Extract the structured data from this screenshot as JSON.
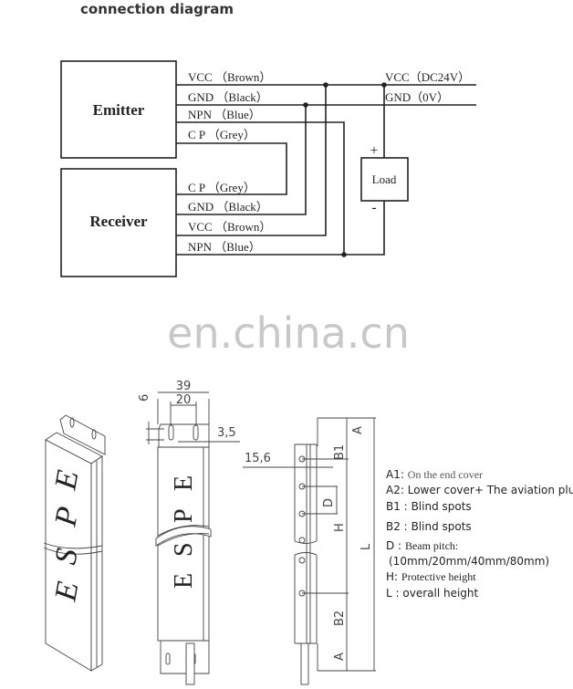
{
  "title": "connection diagram",
  "wiring": {
    "emitter": "Emitter",
    "receiver": "Receiver",
    "load": "Load",
    "plus": "+",
    "minus": "-",
    "emitter_wires": [
      "VCC （Brown）",
      "GND （Black）",
      "NPN （Blue）",
      "C P （Grey）"
    ],
    "receiver_wires": [
      "C P （Grey）",
      "GND （Black）",
      "VCC （Brown）",
      "NPN （Blue）"
    ],
    "supply_vcc": "VCC（DC24V）",
    "supply_gnd": "GND（0V）"
  },
  "watermark": "en.china.cn",
  "drawing": {
    "brand": [
      "E",
      "S",
      "P",
      "E"
    ],
    "dim_39": "39",
    "dim_20": "20",
    "dim_6": "6",
    "dim_3_5": "3,5",
    "dim_15_6": "15,6",
    "side_labels": {
      "a_top": "A",
      "b1": "B1",
      "d": "D",
      "h": "H",
      "l": "L",
      "b2": "B2",
      "a_bottom": "A"
    }
  },
  "legend": [
    {
      "key": "A1:",
      "text": "On the end cover"
    },
    {
      "key": "A2:",
      "text": "Lower cover+ The aviation plug"
    },
    {
      "key": "B1 :",
      "text": "Blind spots"
    },
    {
      "key": "B2 :",
      "text": "Blind spots"
    },
    {
      "key": "D :",
      "text": "Beam pitch:"
    },
    {
      "key": "",
      "text": "(10mm/20mm/40mm/80mm)"
    },
    {
      "key": "H:",
      "text": "Protective height"
    },
    {
      "key": "L :",
      "text": "overall height"
    }
  ],
  "colors": {
    "line": "#222222",
    "watermark": "#c8c8c8"
  }
}
